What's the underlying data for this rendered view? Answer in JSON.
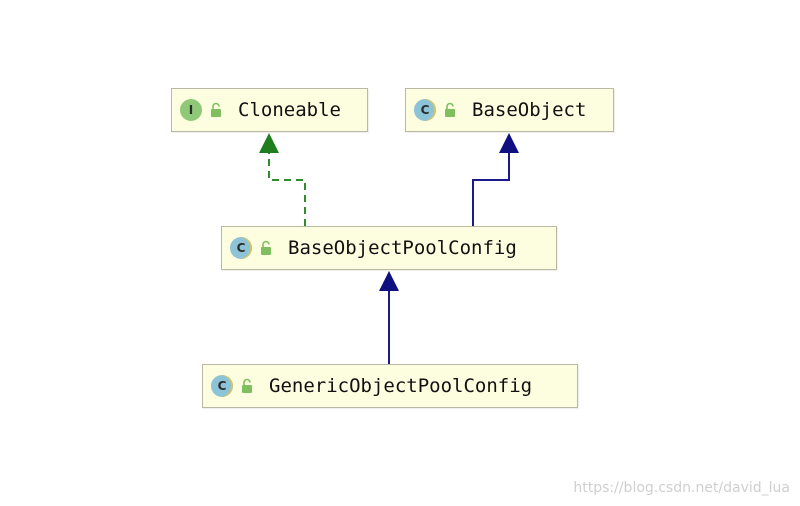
{
  "diagram": {
    "nodes": [
      {
        "id": "cloneable",
        "kind": "interface",
        "kind_letter": "I",
        "label": "Cloneable"
      },
      {
        "id": "baseobject",
        "kind": "class",
        "kind_letter": "C",
        "label": "BaseObject"
      },
      {
        "id": "bopc",
        "kind": "class",
        "kind_letter": "C",
        "label": "BaseObjectPoolConfig"
      },
      {
        "id": "gopc",
        "kind": "class",
        "kind_letter": "C",
        "label": "GenericObjectPoolConfig"
      }
    ],
    "edges": [
      {
        "from": "bopc",
        "to": "cloneable",
        "type": "implements",
        "style": "dashed",
        "color": "#2e8b2e"
      },
      {
        "from": "bopc",
        "to": "baseobject",
        "type": "extends",
        "style": "solid",
        "color": "#1a1a8c"
      },
      {
        "from": "gopc",
        "to": "bopc",
        "type": "extends",
        "style": "solid",
        "color": "#1a1a8c"
      }
    ]
  },
  "colors": {
    "node_fill": "#fdfde0",
    "node_border": "#b9b9a4",
    "class_badge": "#8cc3d6",
    "interface_badge": "#8fc977",
    "lock_icon": "#7fbf5f",
    "implements_edge": "#2e8b2e",
    "extends_edge": "#1a1a8c"
  },
  "watermark": "https://blog.csdn.net/david_lua"
}
